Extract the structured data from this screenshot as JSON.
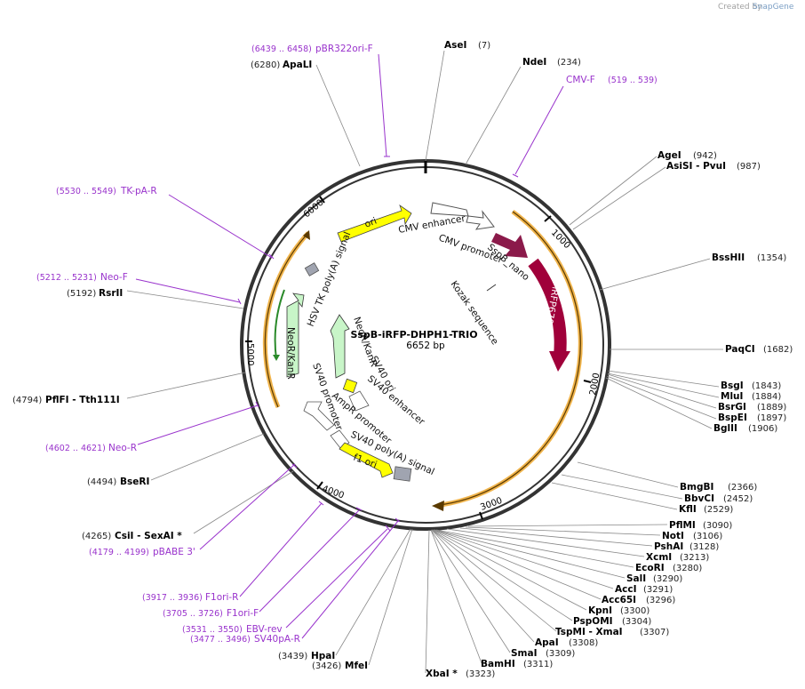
{
  "credit": {
    "created_by": "Created by",
    "brand": "SnapGene"
  },
  "plasmid": {
    "name": "SspB-iRFP-DHPH1-TRIO",
    "size": "6652 bp"
  },
  "ticks": [
    "1000",
    "2000",
    "3000",
    "4000",
    "5000",
    "6000"
  ],
  "enzymes": [
    {
      "id": "asei",
      "name": "AseI",
      "pos": "(7)"
    },
    {
      "id": "ndei",
      "name": "NdeI",
      "pos": "(234)"
    },
    {
      "id": "agei",
      "name": "AgeI",
      "pos": "(942)"
    },
    {
      "id": "asisi-pvui",
      "name": "AsiSI  - PvuI",
      "pos": "(987)"
    },
    {
      "id": "bsshii",
      "name": "BssHII",
      "pos": "(1354)"
    },
    {
      "id": "paqci",
      "name": "PaqCI",
      "pos": "(1682)"
    },
    {
      "id": "bsgi",
      "name": "BsgI",
      "pos": "(1843)"
    },
    {
      "id": "mlui",
      "name": "MluI",
      "pos": "(1884)"
    },
    {
      "id": "bsrgi",
      "name": "BsrGI",
      "pos": "(1889)"
    },
    {
      "id": "bspei",
      "name": "BspEI",
      "pos": "(1897)"
    },
    {
      "id": "bglii",
      "name": "BglII",
      "pos": "(1906)"
    },
    {
      "id": "bmgbi",
      "name": "BmgBI",
      "pos": "(2366)"
    },
    {
      "id": "bbvci",
      "name": "BbvCI",
      "pos": "(2452)"
    },
    {
      "id": "kfli",
      "name": "KflI",
      "pos": "(2529)"
    },
    {
      "id": "pflmi",
      "name": "PflMI",
      "pos": "(3090)"
    },
    {
      "id": "noti",
      "name": "NotI",
      "pos": "(3106)"
    },
    {
      "id": "pshai",
      "name": "PshAI",
      "pos": "(3128)"
    },
    {
      "id": "xcmi",
      "name": "XcmI",
      "pos": "(3213)"
    },
    {
      "id": "ecori",
      "name": "EcoRI",
      "pos": "(3280)"
    },
    {
      "id": "sali",
      "name": "SalI",
      "pos": "(3290)"
    },
    {
      "id": "acci",
      "name": "AccI",
      "pos": "(3291)"
    },
    {
      "id": "acc65i",
      "name": "Acc65I",
      "pos": "(3296)"
    },
    {
      "id": "kpni",
      "name": "KpnI",
      "pos": "(3300)"
    },
    {
      "id": "psp0mi",
      "name": "PspOMI",
      "pos": "(3304)"
    },
    {
      "id": "tspmi-xmai",
      "name": "TspMI  - XmaI",
      "pos": "(3307)"
    },
    {
      "id": "apai",
      "name": "ApaI",
      "pos": "(3308)"
    },
    {
      "id": "smai",
      "name": "SmaI",
      "pos": "(3309)"
    },
    {
      "id": "bamhi",
      "name": "BamHI",
      "pos": "(3311)"
    },
    {
      "id": "xbai",
      "name": "XbaI *",
      "pos": "(3323)"
    },
    {
      "id": "mfei",
      "name": "MfeI",
      "pos": "(3426)"
    },
    {
      "id": "hpai",
      "name": "HpaI",
      "pos": "(3439)"
    },
    {
      "id": "csii-sexai",
      "name": "CsiI  - SexAI *",
      "pos": "(4265)"
    },
    {
      "id": "bseri",
      "name": "BseRI",
      "pos": "(4494)"
    },
    {
      "id": "pflfi-tth111i",
      "name": "PflFI  - Tth111I",
      "pos": "(4794)"
    },
    {
      "id": "rsrii",
      "name": "RsrII",
      "pos": "(5192)"
    },
    {
      "id": "apali",
      "name": "ApaLI",
      "pos": "(6280)"
    }
  ],
  "primers": [
    {
      "id": "pbr322ori-f",
      "name": "pBR322ori-F",
      "range": "(6439 .. 6458)"
    },
    {
      "id": "cmv-f",
      "name": "CMV-F",
      "range": "(519 .. 539)"
    },
    {
      "id": "tk-pa-r",
      "name": "TK-pA-R",
      "range": "(5530 .. 5549)"
    },
    {
      "id": "neo-f",
      "name": "Neo-F",
      "range": "(5212 .. 5231)"
    },
    {
      "id": "neo-r",
      "name": "Neo-R",
      "range": "(4602 .. 4621)"
    },
    {
      "id": "pbabe-3",
      "name": "pBABE 3'",
      "range": "(4179 .. 4199)"
    },
    {
      "id": "f1ori-r",
      "name": "F1ori-R",
      "range": "(3917 .. 3936)"
    },
    {
      "id": "f1ori-f",
      "name": "F1ori-F",
      "range": "(3705 .. 3726)"
    },
    {
      "id": "ebv-rev",
      "name": "EBV-rev",
      "range": "(3531 .. 3550)"
    },
    {
      "id": "sv40pa-r",
      "name": "SV40pA-R",
      "range": "(3477 .. 3496)"
    }
  ],
  "features": {
    "ori": "ori",
    "cmv_enhancer": "CMV enhancer",
    "cmv_promoter": "CMV promoter",
    "sspb_nano": "SspB_nano",
    "kozak": "Kozak sequence",
    "irfp670": "iRFP670",
    "hsv_tk": "HSV TK poly(A) signal",
    "neor_outer": "NeoR/KanR",
    "neor_inner": "NeoR/KanR",
    "sv40_ori": "SV40 ori",
    "sv40_enhancer": "SV40 enhancer",
    "sv40_promoter": "SV40 promoter",
    "ampr_promoter": "AmpR promoter",
    "sv40_polya": "SV40 poly(A) signal",
    "f1_ori": "f1 ori"
  },
  "colors": {
    "backbone": "#333333",
    "orf_orange": "#f0b44c",
    "orf_red": "#a0003a",
    "sspb": "#8b1a4a",
    "ori_yellow": "#ffff00",
    "neo_green": "#c8f5c8",
    "polya_gray": "#a0a4b0",
    "primer_purple": "#9933cc"
  }
}
